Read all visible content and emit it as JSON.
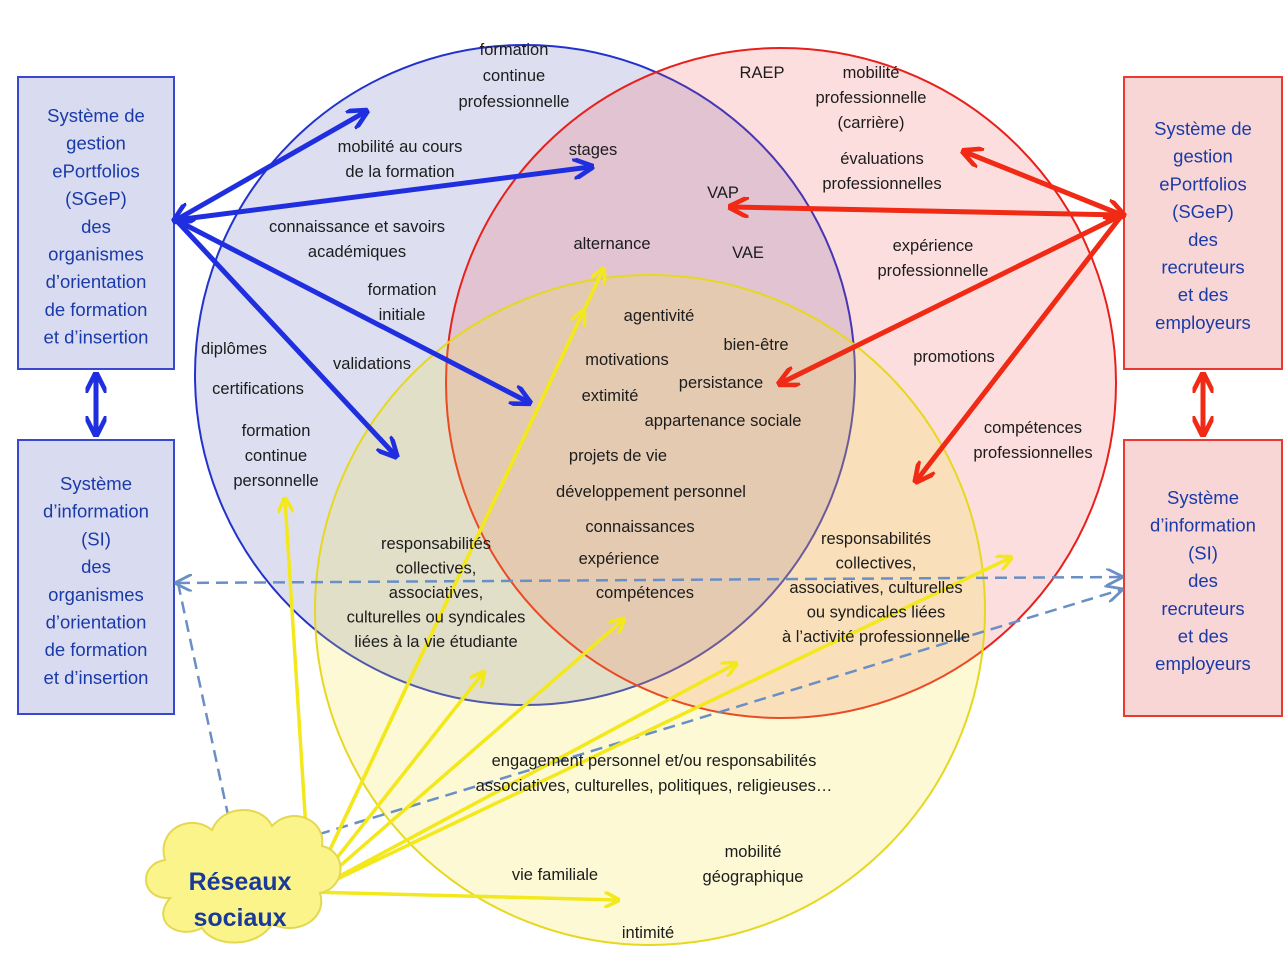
{
  "colors": {
    "blue": "#1f2fe0",
    "red": "#f02a14",
    "yellow": "#f2e81c",
    "dash": "#6a8fc4",
    "blue_box_fill": "#d9dcf0",
    "red_box_fill": "#f8d6d6",
    "cloud_fill": "#fbf48a",
    "cloud_text": "#1a3a9a",
    "box_text_blue": "#1a3aa8",
    "box_text_red": "#1a3aa8"
  },
  "boxes": {
    "left_sgep": [
      "Système de",
      "gestion",
      "ePortfolios",
      "(SGeP)",
      "des",
      "organismes",
      "d’orientation",
      "de formation",
      "et d’insertion"
    ],
    "left_si": [
      "Système",
      "d’information",
      "(SI)",
      "des",
      "organismes",
      "d’orientation",
      "de formation",
      "et d’insertion"
    ],
    "right_sgep": [
      "Système de",
      "gestion",
      "ePortfolios",
      "(SGeP)",
      "des",
      "recruteurs",
      "et des",
      "employeurs"
    ],
    "right_si": [
      "Système",
      "d’information",
      "(SI)",
      "des",
      "recruteurs",
      "et des",
      "employeurs"
    ]
  },
  "cloud": [
    "Réseaux",
    "sociaux"
  ],
  "labels": {
    "formation_continue_pro": [
      "formation",
      "continue",
      "professionnelle"
    ],
    "mobilite_formation": [
      "mobilité au cours",
      "de la formation"
    ],
    "stages": [
      "stages"
    ],
    "connaissance_savoirs": [
      "connaissance et savoirs",
      "académiques"
    ],
    "formation_initiale": [
      "formation",
      "initiale"
    ],
    "diplomes": [
      "diplômes"
    ],
    "validations": [
      "validations"
    ],
    "certifications": [
      "certifications"
    ],
    "formation_continue_perso": [
      "formation",
      "continue",
      "personnelle"
    ],
    "raep": [
      "RAEP"
    ],
    "mobilite_pro": [
      "mobilité",
      "professionnelle",
      "(carrière)"
    ],
    "evaluations": [
      "évaluations",
      "professionnelles"
    ],
    "vap": [
      "VAP"
    ],
    "vae": [
      "VAE"
    ],
    "alternance": [
      "alternance"
    ],
    "experience_pro": [
      "expérience",
      "professionnelle"
    ],
    "promotions": [
      "promotions"
    ],
    "competences_pro": [
      "compétences",
      "professionnelles"
    ],
    "agentivite": [
      "agentivité"
    ],
    "bien_etre": [
      "bien-être"
    ],
    "motivations": [
      "motivations"
    ],
    "persistance": [
      "persistance"
    ],
    "extimite": [
      "extimité"
    ],
    "appartenance": [
      "appartenance sociale"
    ],
    "projets_vie": [
      "projets de vie"
    ],
    "developpement": [
      "développement personnel"
    ],
    "connaissances": [
      "connaissances"
    ],
    "experience": [
      "expérience"
    ],
    "competences": [
      "compétences"
    ],
    "resp_etudiante": [
      "responsabilités",
      "collectives,",
      "associatives,",
      "culturelles ou syndicales",
      "liées à la vie étudiante"
    ],
    "resp_pro": [
      "responsabilités",
      "collectives,",
      "associatives, culturelles",
      "ou syndicales liées",
      "à l’activité professionnelle"
    ],
    "engagement": [
      "engagement personnel et/ou responsabilités",
      "associatives, culturelles, politiques, religieuses…"
    ],
    "mobilite_geo": [
      "mobilité",
      "géographique"
    ],
    "vie_familiale": [
      "vie familiale"
    ],
    "intimite": [
      "intimité"
    ]
  }
}
